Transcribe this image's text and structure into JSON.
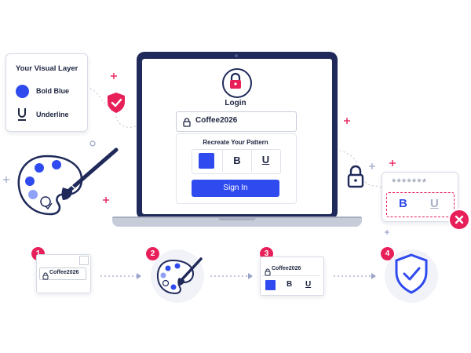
{
  "colors": {
    "primary_blue": "#2f4bef",
    "navy": "#1f2a5a",
    "pink": "#e8205a",
    "grey_line": "#c9cdd8",
    "card_border": "#d7dbe6"
  },
  "visual_layer": {
    "title": "Your Visual Layer",
    "items": [
      {
        "label": "Bold Blue",
        "icon": "blue-dot-icon"
      },
      {
        "label": "Underline",
        "icon": "underline-icon"
      }
    ]
  },
  "login": {
    "title": "Login",
    "password_value": "Coffee2026",
    "pattern_heading": "Recreate Your Pattern",
    "pattern_bold": "B",
    "pattern_underline": "U",
    "signin_label": "Sign In"
  },
  "attack_panel": {
    "masked": "*******",
    "bold": "B",
    "underline": "U"
  },
  "steps": [
    {
      "number": "1",
      "password": "Coffee2026"
    },
    {
      "number": "2"
    },
    {
      "number": "3",
      "password": "Coffee2026",
      "bold": "B",
      "underline": "U"
    },
    {
      "number": "4"
    }
  ]
}
